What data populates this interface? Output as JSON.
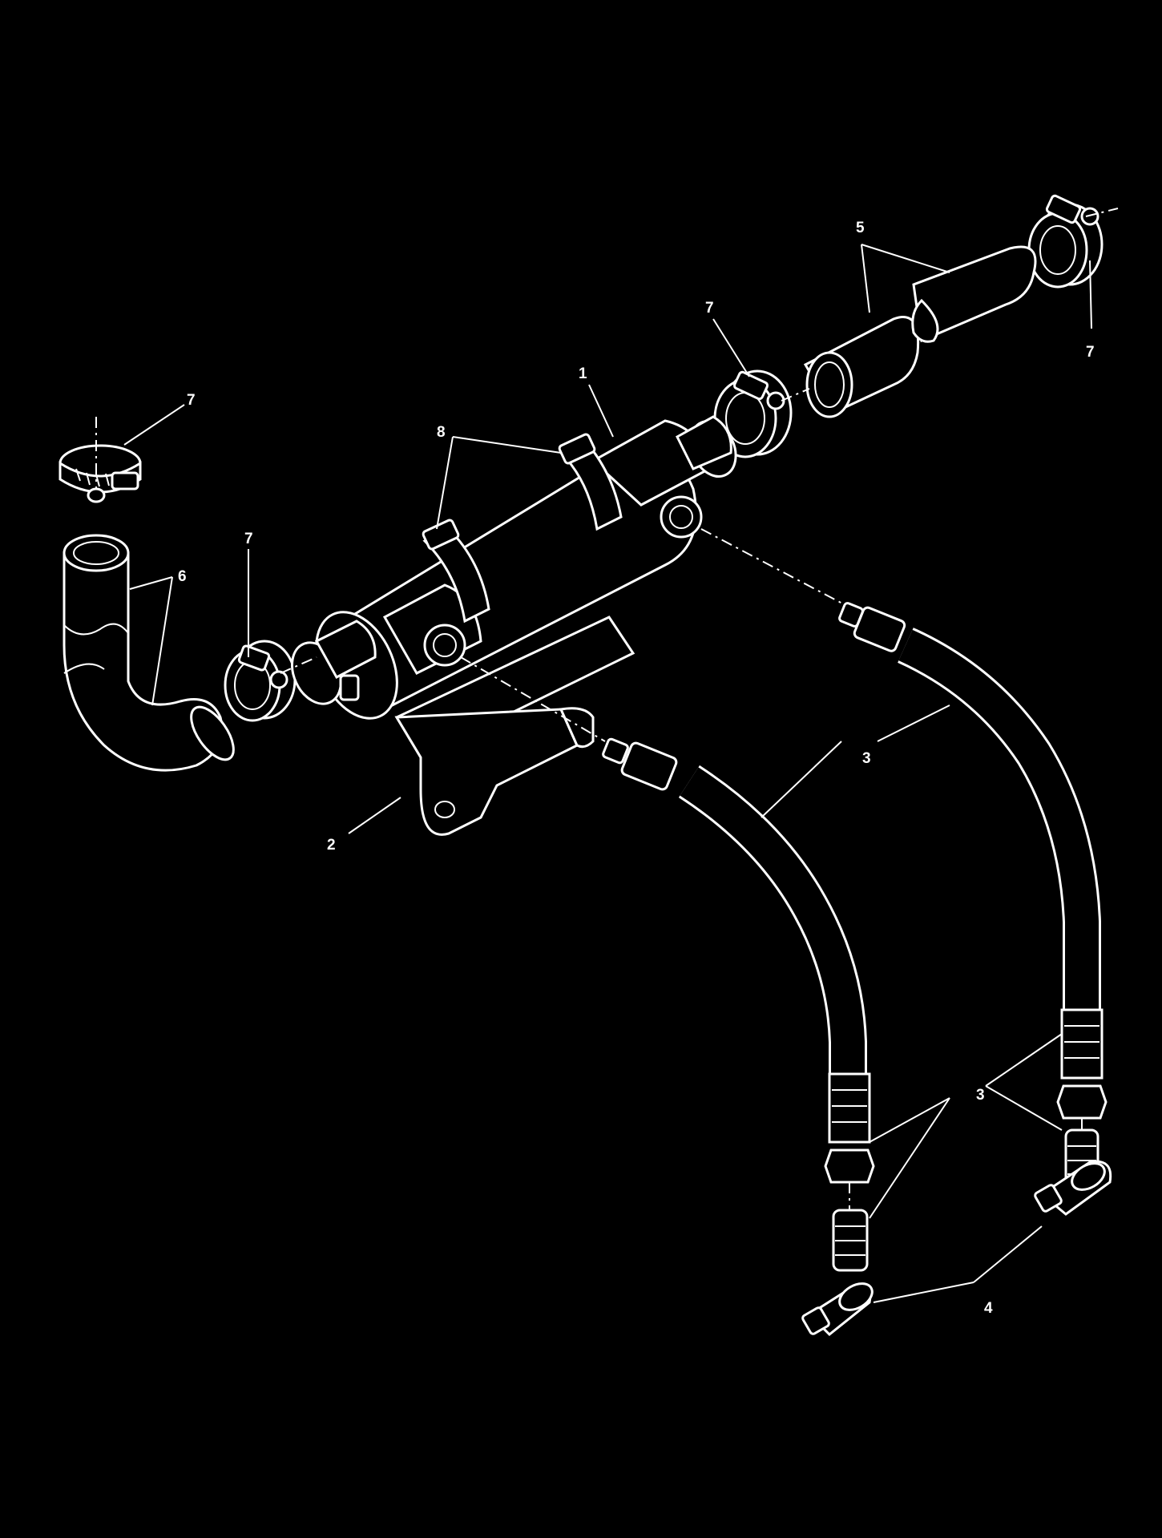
{
  "diagram": {
    "background": "#000000",
    "ink": "#ffffff",
    "callouts": {
      "heater": "1",
      "bracket": "2",
      "hose_assy_upper": "3",
      "hose_fittings_right": "3",
      "hose_fittings_left": "3",
      "elbow_fittings": "4",
      "coolant_hose_straight": "5",
      "coolant_hose_elbow": "6",
      "clamp_top_left": "7",
      "clamp_left": "7",
      "clamp_center": "7",
      "clamp_right": "7",
      "clamps_heater": "8"
    }
  }
}
